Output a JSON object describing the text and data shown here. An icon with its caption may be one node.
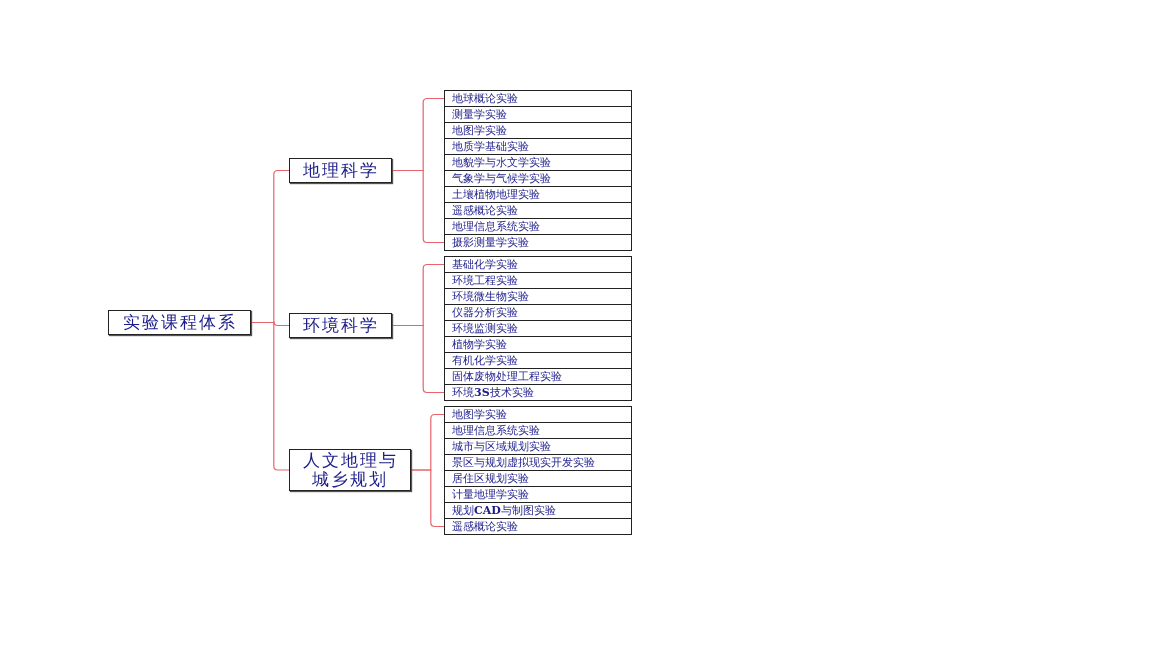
{
  "diagram": {
    "nodes": [
      {
        "text": [
          "实验课程体系"
        ]
      },
      {
        "text": [
          "地理科学"
        ]
      },
      {
        "text": [
          "地球概论实验"
        ]
      },
      {
        "text": [
          "测量学实验"
        ]
      },
      {
        "text": [
          "地图学实验"
        ]
      },
      {
        "text": [
          "地质学基础实验"
        ]
      },
      {
        "text": [
          "地貌学与水文学实验"
        ]
      },
      {
        "text": [
          "气象学与气候学实验"
        ]
      },
      {
        "text": [
          "土壤植物地理实验"
        ]
      },
      {
        "text": [
          "遥感概论实验"
        ]
      },
      {
        "text": [
          "地理信息系统实验"
        ]
      },
      {
        "text": [
          "摄影测量学实验"
        ]
      },
      {
        "text": [
          "环境科学"
        ]
      },
      {
        "text": [
          "基础化学实验"
        ]
      },
      {
        "text": [
          "环境工程实验"
        ]
      },
      {
        "text": [
          "环境微生物实验"
        ]
      },
      {
        "text": [
          "仪器分析实验"
        ]
      },
      {
        "text": [
          "环境监测实验"
        ]
      },
      {
        "text": [
          "植物学实验"
        ]
      },
      {
        "text": [
          "有机化学实验"
        ]
      },
      {
        "text": [
          "固体废物处理工程实验"
        ]
      },
      {
        "text": [
          "环境**3S**技术实验"
        ]
      },
      {
        "text": [
          "人文地理与城乡规划"
        ]
      },
      {
        "text": [
          "地图学实验"
        ]
      },
      {
        "text": [
          "地理信息系统实验"
        ]
      },
      {
        "text": [
          "城市与区域规划实验"
        ]
      },
      {
        "text": [
          "景区与规划虚拟现实开发实验"
        ]
      },
      {
        "text": [
          "居住区规划实验"
        ]
      },
      {
        "text": [
          "计量地理学实验"
        ]
      },
      {
        "text": [
          "规划**CAD**与制图实验"
        ]
      },
      {
        "text": [
          "遥感概论实验"
        ]
      }
    ],
    "edges": [
      {
        "from": 0,
        "to": 1,
        "arrow": "none"
      },
      {
        "from": 0,
        "to": 12,
        "arrow": "none"
      },
      {
        "from": 0,
        "to": 22,
        "arrow": "none"
      },
      {
        "from": 1,
        "to": 2,
        "arrow": "none"
      },
      {
        "from": 1,
        "to": 11,
        "arrow": "none"
      },
      {
        "from": 12,
        "to": 13,
        "arrow": "none"
      },
      {
        "from": 12,
        "to": 21,
        "arrow": "none"
      },
      {
        "from": 22,
        "to": 23,
        "arrow": "none"
      },
      {
        "from": 22,
        "to": 30,
        "arrow": "none"
      }
    ]
  }
}
